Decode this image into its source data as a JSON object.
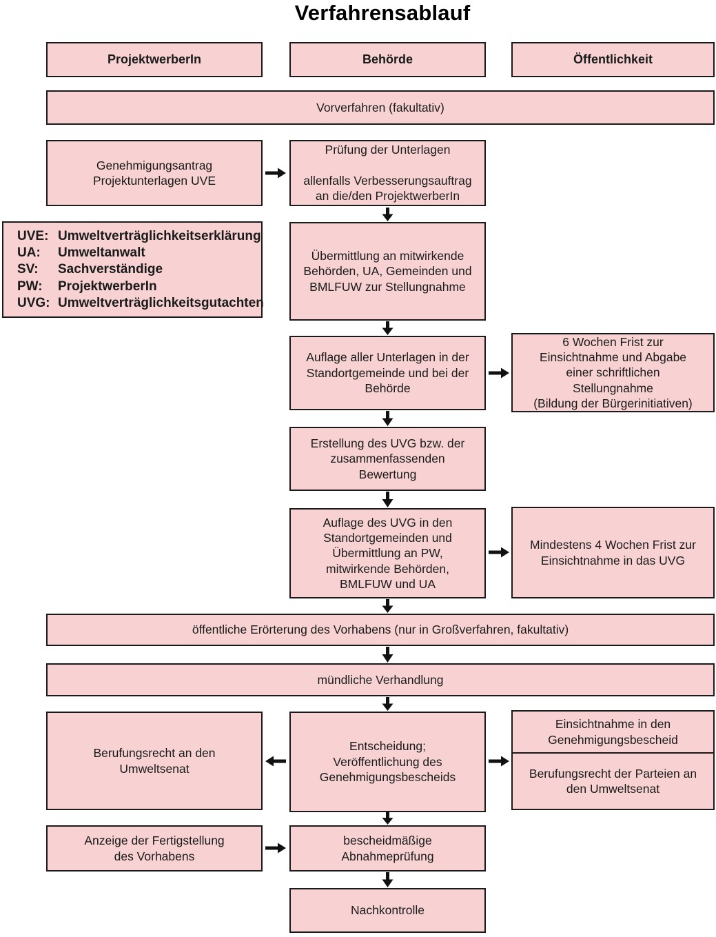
{
  "title": "Verfahrensablauf",
  "columns": [
    {
      "label": "ProjektwerberIn"
    },
    {
      "label": "Behörde"
    },
    {
      "label": "Öffentlichkeit"
    }
  ],
  "flow": {
    "vorverfahren": "Vorverfahren (fakultativ)",
    "genehmigungsantrag": "Genehmigungsantrag\nProjektunterlagen UVE",
    "pruefung": "Prüfung der Unterlagen\n\nallenfalls Verbesserungsauftrag\nan die/den ProjektwerberIn",
    "uebermittlung": "Übermittlung an mitwirkende\nBehörden, UA, Gemeinden und\nBMLFUW zur Stellungnahme",
    "auflage_unterlagen": "Auflage aller Unterlagen in der\nStandortgemeinde und bei der\nBehörde",
    "frist_6_wochen": "6 Wochen Frist zur\nEinsichtnahme und Abgabe\neiner schriftlichen\nStellungnahme\n(Bildung der Bürgerinitiativen)",
    "erstellung_uvg": "Erstellung des UVG bzw. der\nzusammenfassenden\nBewertung",
    "auflage_uvg": "Auflage des UVG in den\nStandortgemeinden und\nÜbermittlung an PW,\nmitwirkende Behörden,\nBMLFUW und UA",
    "frist_4_wochen": "Mindestens 4 Wochen Frist zur\nEinsichtnahme in das UVG",
    "eroerterung": "öffentliche Erörterung des Vorhabens (nur in Großverfahren, fakultativ)",
    "verhandlung": "mündliche Verhandlung",
    "berufungsrecht": "Berufungsrecht an den\nUmweltsenat",
    "entscheidung": "Entscheidung;\nVeröffentlichung des\nGenehmigungsbescheids",
    "einsichtnahme": "Einsichtnahme in den\nGenehmigungsbescheid",
    "berufungsrecht_parteien": "Berufungsrecht der Parteien an\nden Umweltsenat",
    "anzeige": "Anzeige der Fertigstellung\ndes Vorhabens",
    "abnahmepruefung": "bescheidmäßige\nAbnahmeprüfung",
    "nachkontrolle": "Nachkontrolle"
  },
  "legend": {
    "items": [
      {
        "abbr": "UVE:",
        "term": "Umweltverträglichkeitserklärung"
      },
      {
        "abbr": "UA:",
        "term": "Umweltanwalt"
      },
      {
        "abbr": "SV:",
        "term": "Sachverständige"
      },
      {
        "abbr": "PW:",
        "term": "ProjektwerberIn"
      },
      {
        "abbr": "UVG:",
        "term": "Umweltverträglichkeitsgutachten"
      }
    ]
  },
  "colors": {
    "box_fill": "#f8d2d2",
    "box_border": "#1a1a1a",
    "text": "#1a1a1a",
    "background": "#ffffff"
  }
}
